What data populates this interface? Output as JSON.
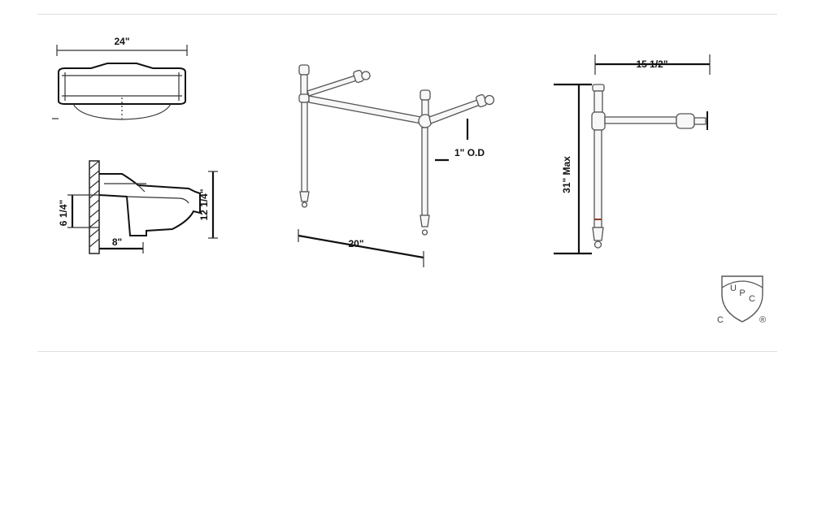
{
  "dimensions": {
    "basin_width": "24\"",
    "wall_depth": "8\"",
    "basin_height": "6 1/4\"",
    "total_height": "12 1/4\"",
    "stand_width": "20\"",
    "leg_diameter": "1\" O.D",
    "console_depth": "15 1/2\"",
    "console_height": "31\" Max"
  },
  "certification": {
    "logo": "upc-shield-logo",
    "letter_u": "U",
    "letter_p": "P",
    "letter_c": "C",
    "prefix": "C",
    "registered": "®"
  }
}
